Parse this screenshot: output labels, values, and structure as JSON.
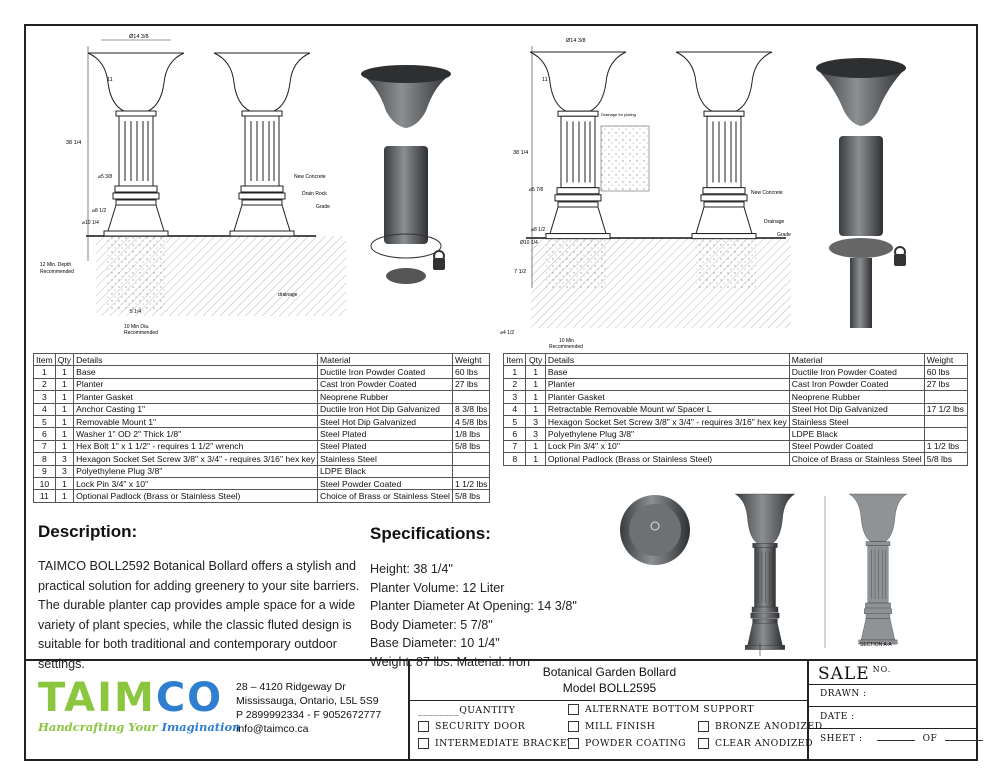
{
  "drawing_labels": {
    "left_elev": {
      "dia_top": "Ø14 3/8",
      "planter_depth": "11",
      "height": "38 1/4",
      "dia_body": "⌀5 3/8",
      "dia_mid": "⌀8 1/2",
      "dia_base": "⌀10 1/4",
      "depth": "12 Min. Depth",
      "depth2": "Recommended",
      "width": "5 1/4",
      "hole": "10 Min Dia.",
      "hole2": "Recommended",
      "concrete": "New Concrete",
      "rock": "Drain Rock",
      "grade": "Grade",
      "drainage": "drainage"
    },
    "right_elev": {
      "dia_top": "Ø14 3/8",
      "planter_depth": "11",
      "height": "38 1/4",
      "dia_body": "⌀5 7/8",
      "dia_mid": "⌀8 1/2",
      "dia_base": "Ø10 1/4",
      "depth": "7 1/2",
      "min": "⌀4 1/2",
      "hole": "10 Min",
      "hole2": "Recommended",
      "concrete": "New Concrete",
      "drainage": "Drainage",
      "grade": "Grade",
      "drain_plating": "Drainage for plating"
    },
    "section": "SECTION A-A"
  },
  "table_headers": [
    "Item",
    "Qty",
    "Details",
    "Material",
    "Weight"
  ],
  "table_left": [
    [
      "1",
      "1",
      "Base",
      "Ductile Iron Powder Coated",
      "60 lbs"
    ],
    [
      "2",
      "1",
      "Planter",
      "Cast Iron Powder Coated",
      "27 lbs"
    ],
    [
      "3",
      "1",
      "Planter Gasket",
      "Neoprene Rubber",
      ""
    ],
    [
      "4",
      "1",
      "Anchor Casting 1\"",
      "Ductile Iron Hot Dip Galvanized",
      "8 3/8 lbs"
    ],
    [
      "5",
      "1",
      "Removable Mount 1\"",
      "Steel Hot Dip Galvanized",
      "4 5/8 lbs"
    ],
    [
      "6",
      "1",
      "Washer 1\" OD 2\" Thick 1/8\"",
      "Steel Plated",
      "1/8 lbs"
    ],
    [
      "7",
      "1",
      "Hex Bolt 1\" x 1 1/2\" - requires 1 1/2\" wrench",
      "Steel Plated",
      "5/8 lbs"
    ],
    [
      "8",
      "3",
      "Hexagon Socket Set Screw 3/8\" x 3/4\" - requires 3/16\" hex key",
      "Stainless Steel",
      ""
    ],
    [
      "9",
      "3",
      "Polyethylene Plug 3/8\"",
      "LDPE Black",
      ""
    ],
    [
      "10",
      "1",
      "Lock Pin 3/4\" x 10\"",
      "Steel Powder Coated",
      "1 1/2 lbs"
    ],
    [
      "11",
      "1",
      "Optional Padlock (Brass or Stainless Steel)",
      "Choice of Brass or Stainless Steel",
      "5/8 lbs"
    ]
  ],
  "table_right": [
    [
      "1",
      "1",
      "Base",
      "Ductile Iron Powder Coated",
      "60 lbs"
    ],
    [
      "2",
      "1",
      "Planter",
      "Cast Iron Powder Coated",
      "27 lbs"
    ],
    [
      "3",
      "1",
      "Planter Gasket",
      "Neoprene Rubber",
      ""
    ],
    [
      "4",
      "1",
      "Retractable Removable Mount w/ Spacer L",
      "Steel Hot Dip Galvanized",
      "17 1/2 lbs"
    ],
    [
      "5",
      "3",
      "Hexagon Socket Set Screw 3/8\" x 3/4\" - requires 3/16\" hex key",
      "Stainless Steel",
      ""
    ],
    [
      "6",
      "3",
      "Polyethylene Plug 3/8\"",
      "LDPE Black",
      ""
    ],
    [
      "7",
      "1",
      "Lock Pin 3/4\" x 10\"",
      "Steel Powder Coated",
      "1 1/2 lbs"
    ],
    [
      "8",
      "1",
      "Optional Padlock (Brass or Stainless Steel)",
      "Choice of Brass or Stainless Steel",
      "5/8 lbs"
    ]
  ],
  "description": {
    "title": "Description:",
    "text": "TAIMCO BOLL2592 Botanical Bollard offers a stylish and practical solution for adding greenery to your site barriers. The durable planter cap provides ample space for a wide variety of plant species, while the classic fluted design is suitable for both traditional and contemporary outdoor settings."
  },
  "specifications": {
    "title": "Specifications:",
    "lines": [
      "Height: 38 1/4\"",
      "Planter Volume: 12 Liter",
      "Planter Diameter At Opening: 14 3/8\"",
      "Body Diameter: 5 7/8\"",
      "Base Diameter: 10 1/4\"",
      "Weight: 87 lbs.  Material: Iron"
    ]
  },
  "company": {
    "logo_green": "TAIM",
    "logo_blue": "CO",
    "tagline_green": "Handcrafting Your ",
    "tagline_blue": "Imagination",
    "address1": "28 – 4120 Ridgeway Dr",
    "address2": "Mississauga, Ontario, L5L 5S9",
    "phone": "P 2899992334 - F 9052672777",
    "email": "info@taimco.ca",
    "green": "#8cc63f",
    "blue": "#2f7fd0"
  },
  "title_block": {
    "product": "Botanical Garden  Bollard",
    "model": "Model BOLL2595",
    "quantity": "________QUANTITY",
    "options": [
      "ALTERNATE BOTTOM SUPPORT",
      "SECURITY DOOR",
      "MILL FINISH",
      "BRONZE ANODIZED",
      "INTERMEDIATE BRACKET",
      "POWDER COATING",
      "CLEAR ANODIZED"
    ],
    "sale": "SALE",
    "sale_no": "NO.",
    "drawn": "DRAWN :",
    "date": "DATE :",
    "sheet": "SHEET :",
    "of": "OF"
  }
}
